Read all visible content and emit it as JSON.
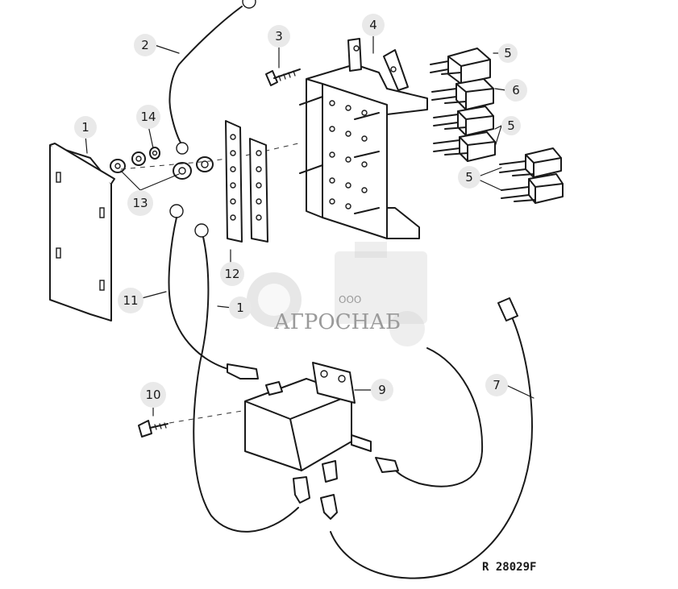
{
  "callouts": {
    "c1": "1",
    "c2": "2",
    "c3": "3",
    "c4": "4",
    "c5a": "5",
    "c6": "6",
    "c5b": "5",
    "c5c": "5",
    "c7": "7",
    "c9": "9",
    "c10": "10",
    "c11": "11",
    "c11b": "1",
    "c12": "12",
    "c13": "13",
    "c14": "14"
  },
  "watermark": {
    "company_prefix": "ООО",
    "company_name": "АГРОСНАБ"
  },
  "reference_code": "R 28029F",
  "colors": {
    "line": "#1a1a1a",
    "callout_bg": "#e9e9e9",
    "watermark": "#9a9a9a"
  }
}
